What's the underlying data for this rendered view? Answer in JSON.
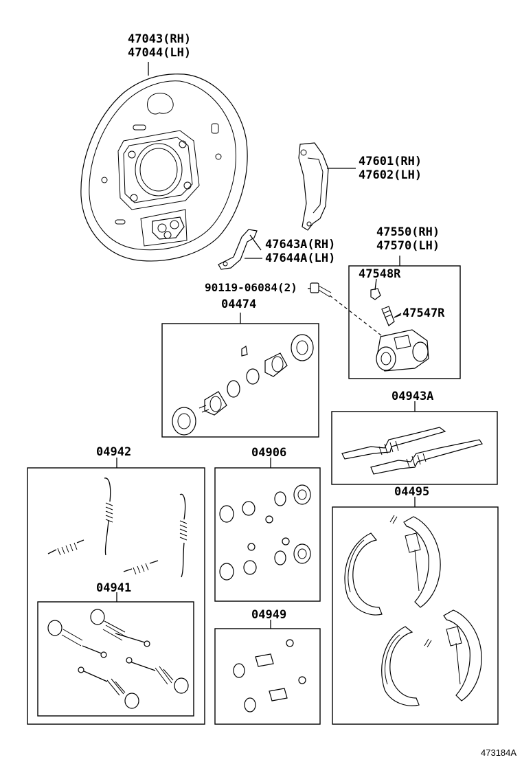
{
  "labels": {
    "backing_plate_rh": "47043(RH)",
    "backing_plate_lh": "47044(LH)",
    "lever_rh": "47601(RH)",
    "lever_lh": "47602(LH)",
    "cylinder_rh": "47550(RH)",
    "cylinder_lh": "47570(LH)",
    "link_rh": "47643A(RH)",
    "link_lh": "47644A(LH)",
    "cap": "47548R",
    "bolt": "90119-06084(2)",
    "bleeder": "47547R",
    "cylinder_kit": "04474",
    "adjuster_kit": "04943A",
    "spring_kit": "04942",
    "cup_kit": "04906",
    "shoe_kit": "04495",
    "hold_down_kit": "04941",
    "boot_kit": "04949"
  },
  "reference": "473184A"
}
